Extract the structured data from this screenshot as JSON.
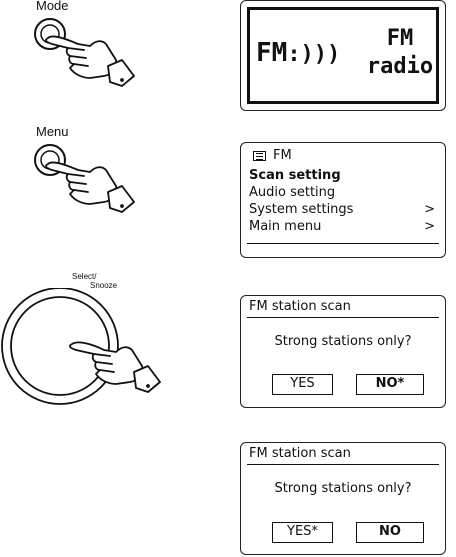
{
  "steps": {
    "mode": {
      "caption": "Mode",
      "screen": {
        "icon_text": "FM",
        "line1": "FM",
        "line2": "radio"
      }
    },
    "menu": {
      "caption": "Menu",
      "screen": {
        "title": "FM",
        "items": [
          {
            "label": "Scan setting",
            "arrow": "",
            "selected": true
          },
          {
            "label": "Audio setting",
            "arrow": "",
            "selected": false
          },
          {
            "label": "System settings",
            "arrow": ">",
            "selected": false
          },
          {
            "label": "Main menu",
            "arrow": ">",
            "selected": false
          }
        ]
      }
    },
    "select": {
      "caption_line1": "Select/",
      "caption_line2": "Snooze",
      "screen": {
        "title": "FM station scan",
        "question": "Strong stations only?",
        "yes_label": "YES",
        "no_label": "NO*"
      }
    },
    "final": {
      "screen": {
        "title": "FM station scan",
        "question": "Strong stations only?",
        "yes_label": "YES*",
        "no_label": "NO"
      }
    }
  }
}
